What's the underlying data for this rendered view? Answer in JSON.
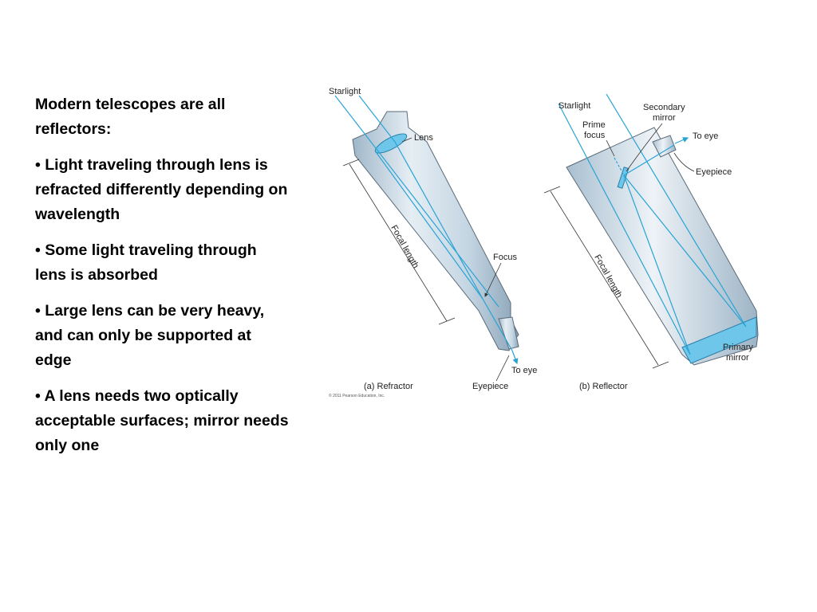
{
  "text": {
    "heading": "Modern telescopes are all reflectors:",
    "bullets": [
      "• Light traveling through lens is refracted differently depending on wavelength",
      "• Some light traveling through lens is absorbed",
      "• Large lens can be very heavy, and can only be supported at edge",
      "• A lens needs two optically acceptable surfaces; mirror needs only one"
    ]
  },
  "figure": {
    "refractor": {
      "starlight": "Starlight",
      "lens": "Lens",
      "focal_length": "Focal length",
      "focus": "Focus",
      "to_eye": "To eye",
      "eyepiece": "Eyepiece",
      "caption": "(a) Refractor"
    },
    "reflector": {
      "starlight": "Starlight",
      "prime_focus_line1": "Prime",
      "prime_focus_line2": "focus",
      "secondary_mirror_line1": "Secondary",
      "secondary_mirror_line2": "mirror",
      "to_eye": "To eye",
      "eyepiece": "Eyepiece",
      "focal_length": "Focal length",
      "primary_mirror_line1": "Primary",
      "primary_mirror_line2": "mirror",
      "caption": "(b) Reflector"
    },
    "copyright": "© 2011 Pearson Education, Inc.",
    "colors": {
      "tube": "#c9d9e6",
      "ray": "#29a3d6",
      "outline": "#5a6a78"
    }
  }
}
